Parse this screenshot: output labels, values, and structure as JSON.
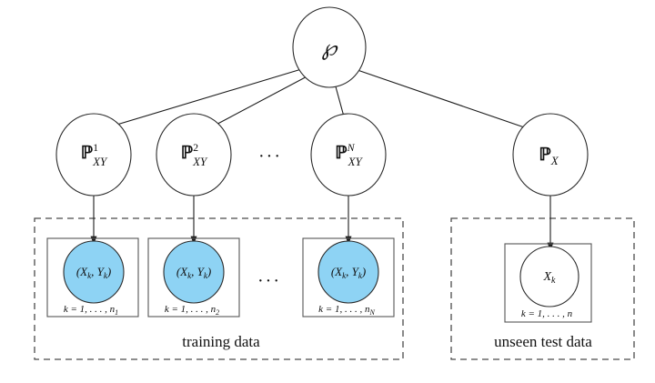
{
  "figure": {
    "type": "probabilistic-graphical-model",
    "background_color": "#ffffff",
    "node_fill_observed": "#8ed3f4",
    "node_fill_latent": "#ffffff",
    "stroke_color": "#2b2b2b"
  },
  "root_node": {
    "label": "℘",
    "label_plain": "P",
    "name": "meta-distribution-node"
  },
  "distribution_nodes": [
    {
      "base": "ℙ",
      "sup": "1",
      "sub": "XY",
      "name": "distribution-node-1"
    },
    {
      "base": "ℙ",
      "sup": "2",
      "sub": "XY",
      "name": "distribution-node-2"
    },
    {
      "base": "ℙ",
      "sup": "N",
      "sub": "XY",
      "name": "distribution-node-N"
    },
    {
      "base": "ℙ",
      "sup": "",
      "sub": "X",
      "name": "distribution-node-test"
    }
  ],
  "row_ellipsis": "···",
  "plate_ellipsis": "···",
  "training_plates": [
    {
      "sample_open": "(X",
      "sample_sub1": "k",
      "sample_mid": ", Y",
      "sample_sub2": "k",
      "sample_close": ")",
      "index_text": "k = 1, . . . , n",
      "index_sub": "1",
      "name": "training-plate-1"
    },
    {
      "sample_open": "(X",
      "sample_sub1": "k",
      "sample_mid": ", Y",
      "sample_sub2": "k",
      "sample_close": ")",
      "index_text": "k = 1, . . . , n",
      "index_sub": "2",
      "name": "training-plate-2"
    },
    {
      "sample_open": "(X",
      "sample_sub1": "k",
      "sample_mid": ", Y",
      "sample_sub2": "k",
      "sample_close": ")",
      "index_text": "k = 1, . . . , n",
      "index_sub": "N",
      "name": "training-plate-N"
    }
  ],
  "test_plate": {
    "sample_open": "X",
    "sample_sub1": "k",
    "index_text": "k = 1, . . . , n",
    "index_sub": "",
    "name": "test-plate"
  },
  "groups": {
    "training": {
      "caption": "training data",
      "name": "training-data-group"
    },
    "test": {
      "caption": "unseen test data",
      "name": "unseen-test-data-group"
    }
  }
}
